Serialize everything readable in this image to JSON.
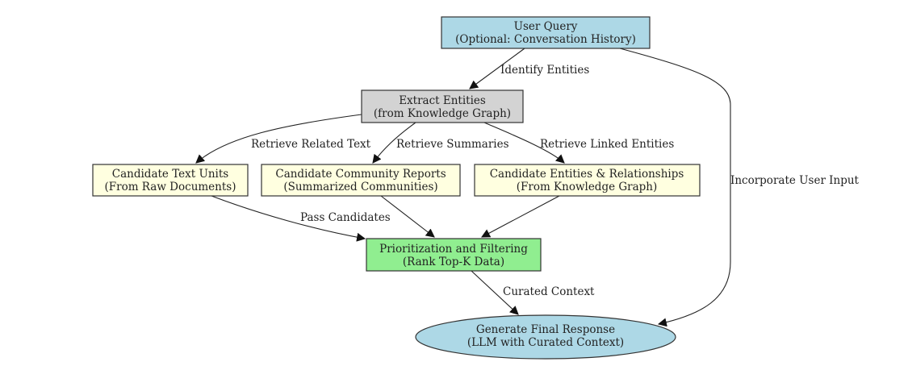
{
  "colors": {
    "query": "#add8e6",
    "extract": "#d3d3d3",
    "candidate": "#ffffe0",
    "prioritize": "#90ee90",
    "response": "#add8e6"
  },
  "nodes": {
    "user_query": {
      "line1": "User Query",
      "line2": "(Optional: Conversation History)"
    },
    "extract_entities": {
      "line1": "Extract Entities",
      "line2": "(from Knowledge Graph)"
    },
    "text_units": {
      "line1": "Candidate Text Units",
      "line2": "(From Raw Documents)"
    },
    "community_reports": {
      "line1": "Candidate Community Reports",
      "line2": "(Summarized Communities)"
    },
    "entities_relationships": {
      "line1": "Candidate Entities & Relationships",
      "line2": "(From Knowledge Graph)"
    },
    "prioritization": {
      "line1": "Prioritization and Filtering",
      "line2": "(Rank Top-K Data)"
    },
    "final_response": {
      "line1": "Generate Final Response",
      "line2": "(LLM with Curated Context)"
    }
  },
  "edges": {
    "identify_entities": "Identify Entities",
    "retrieve_related_text": "Retrieve Related Text",
    "retrieve_summaries": "Retrieve Summaries",
    "retrieve_linked_entities": "Retrieve Linked Entities",
    "pass_candidates": "Pass Candidates",
    "curated_context": "Curated Context",
    "incorporate_user_input": "Incorporate User Input"
  }
}
